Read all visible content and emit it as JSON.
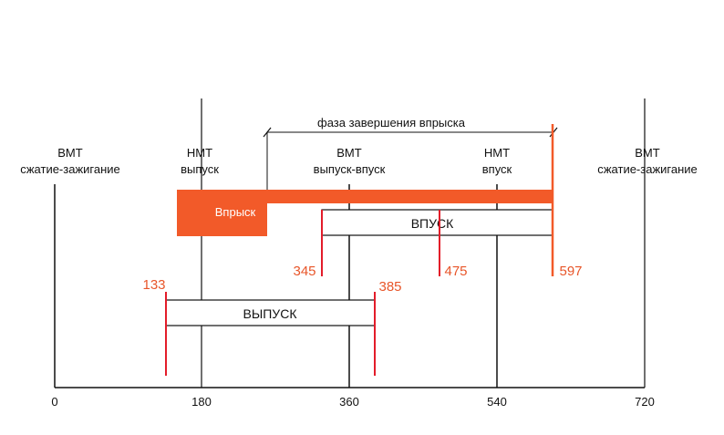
{
  "diagram": {
    "axis": {
      "ticks": [
        "0",
        "180",
        "360",
        "540",
        "720"
      ]
    },
    "markers": [
      {
        "line1": "ВМТ",
        "line2": "сжатие-зажигание"
      },
      {
        "line1": "НМТ",
        "line2": "выпуск"
      },
      {
        "line1": "ВМТ",
        "line2": "выпуск-впуск"
      },
      {
        "line1": "НМТ",
        "line2": "впуск"
      },
      {
        "line1": "ВМТ",
        "line2": "сжатие-зажигание"
      }
    ],
    "phase_label": "фаза завершения впрыска",
    "injection": {
      "label": "Впрыск"
    },
    "intake": {
      "label": "ВПУСК"
    },
    "exhaust": {
      "label": "ВЫПУСК"
    },
    "angles": [
      "133",
      "385",
      "345",
      "475",
      "597"
    ],
    "colors": {
      "accent": "#f25a29",
      "red": "#e31c2a",
      "line": "#111111"
    }
  }
}
